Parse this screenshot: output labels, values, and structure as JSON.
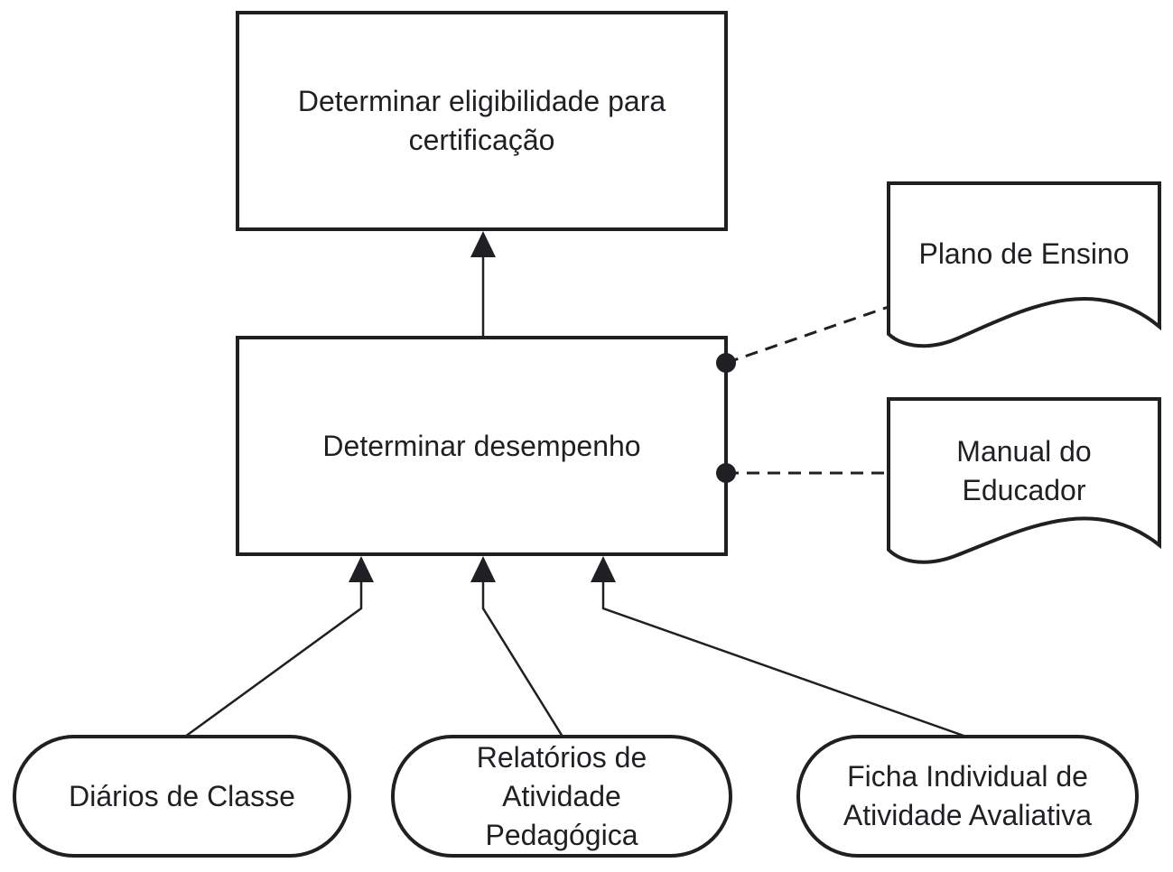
{
  "colors": {
    "stroke": "#1f1f24",
    "fill": "#ffffff",
    "text": "#1f1f24"
  },
  "nodes": {
    "eligibility": {
      "text": "Determinar eligibilidade para\ncertificação"
    },
    "performance": {
      "text": "Determinar desempenho"
    },
    "plano": {
      "text": "Plano de Ensino"
    },
    "manual": {
      "text": "Manual do\nEducador"
    },
    "diarios": {
      "text": "Diários de Classe"
    },
    "relatorios": {
      "text": "Relatórios de\nAtividade\nPedagógica"
    },
    "ficha": {
      "text": "Ficha Individual de\nAtividade Avaliativa"
    }
  }
}
